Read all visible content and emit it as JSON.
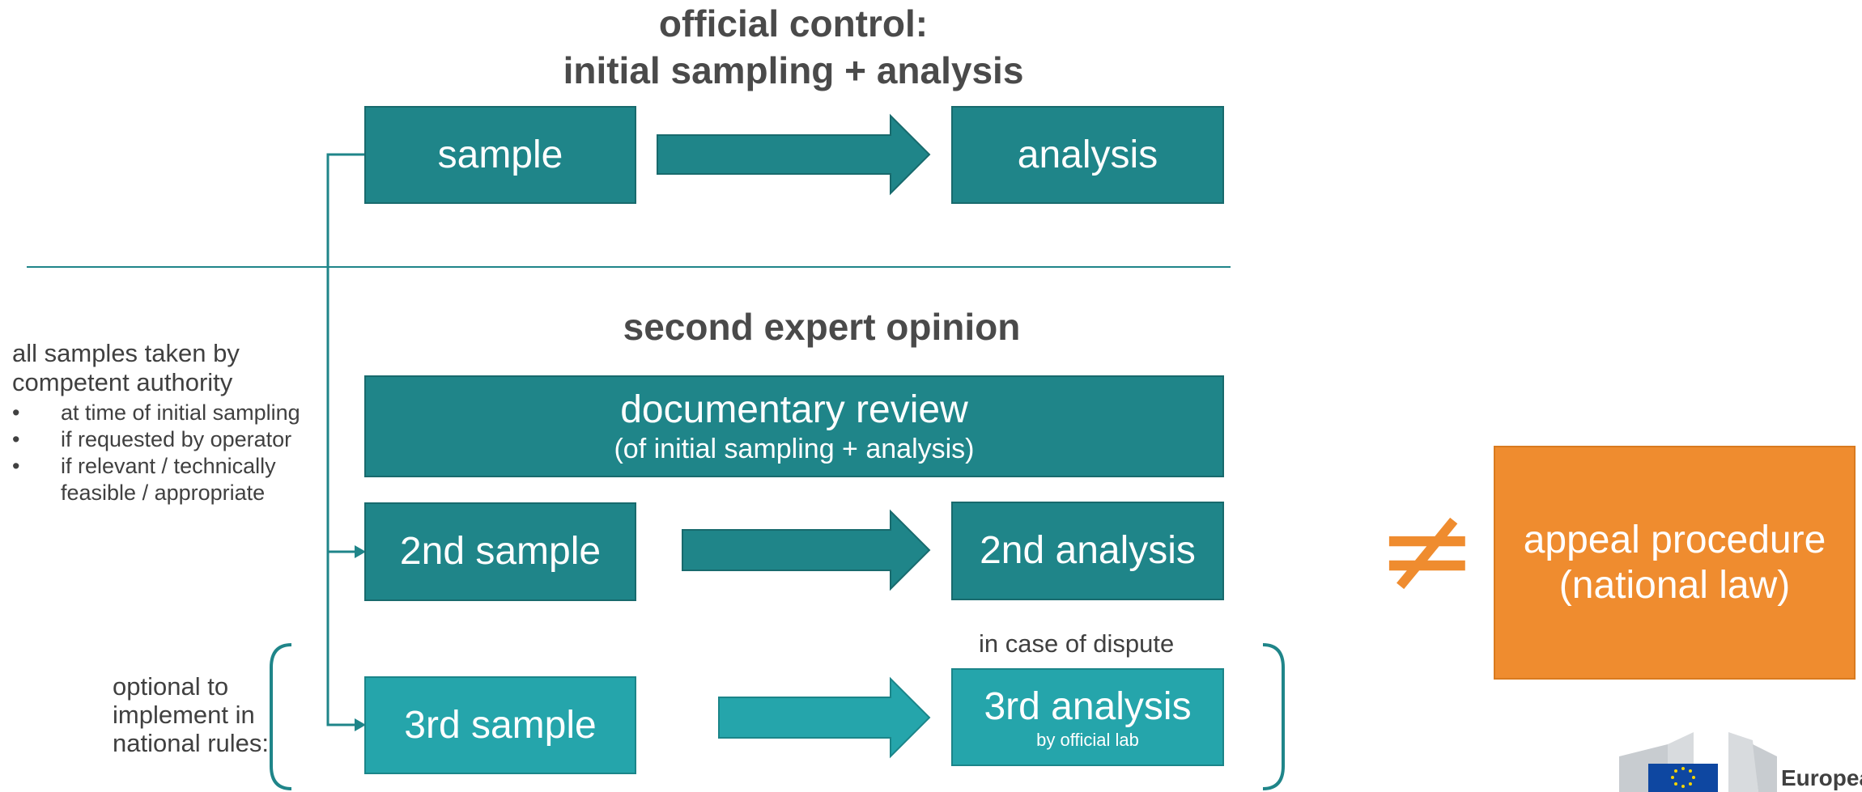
{
  "top": {
    "heading_line1": "official control:",
    "heading_line2": "initial sampling + analysis",
    "sample_label": "sample",
    "analysis_label": "analysis"
  },
  "second": {
    "heading": "second expert opinion",
    "doc_review_title": "documentary review",
    "doc_review_sub": "(of initial sampling + analysis)",
    "sample2_label": "2nd sample",
    "analysis2_label": "2nd analysis",
    "dispute_note": "in case of dispute",
    "sample3_label": "3rd sample",
    "analysis3_label": "3rd analysis",
    "analysis3_sub": "by official lab"
  },
  "left_note": {
    "line1": "all samples taken by",
    "line2": "competent authority",
    "bullets": [
      "at time of initial sampling",
      "if requested by operator",
      "if relevant / technically",
      "feasible / appropriate"
    ]
  },
  "optional_note": {
    "line1": "optional to",
    "line2": "implement in",
    "line3": "national rules:"
  },
  "appeal": {
    "not_equal_symbol": "≠",
    "line1": "appeal procedure",
    "line2": "(national law)"
  },
  "logo": {
    "text": "Europea"
  },
  "colors": {
    "teal": "#1f8589",
    "teal_light": "#25a5ab",
    "orange": "#ef8c2f",
    "heading_gray": "#4a4a4a",
    "eu_blue": "#0e47a1",
    "eu_star_yellow": "#f5d400"
  }
}
